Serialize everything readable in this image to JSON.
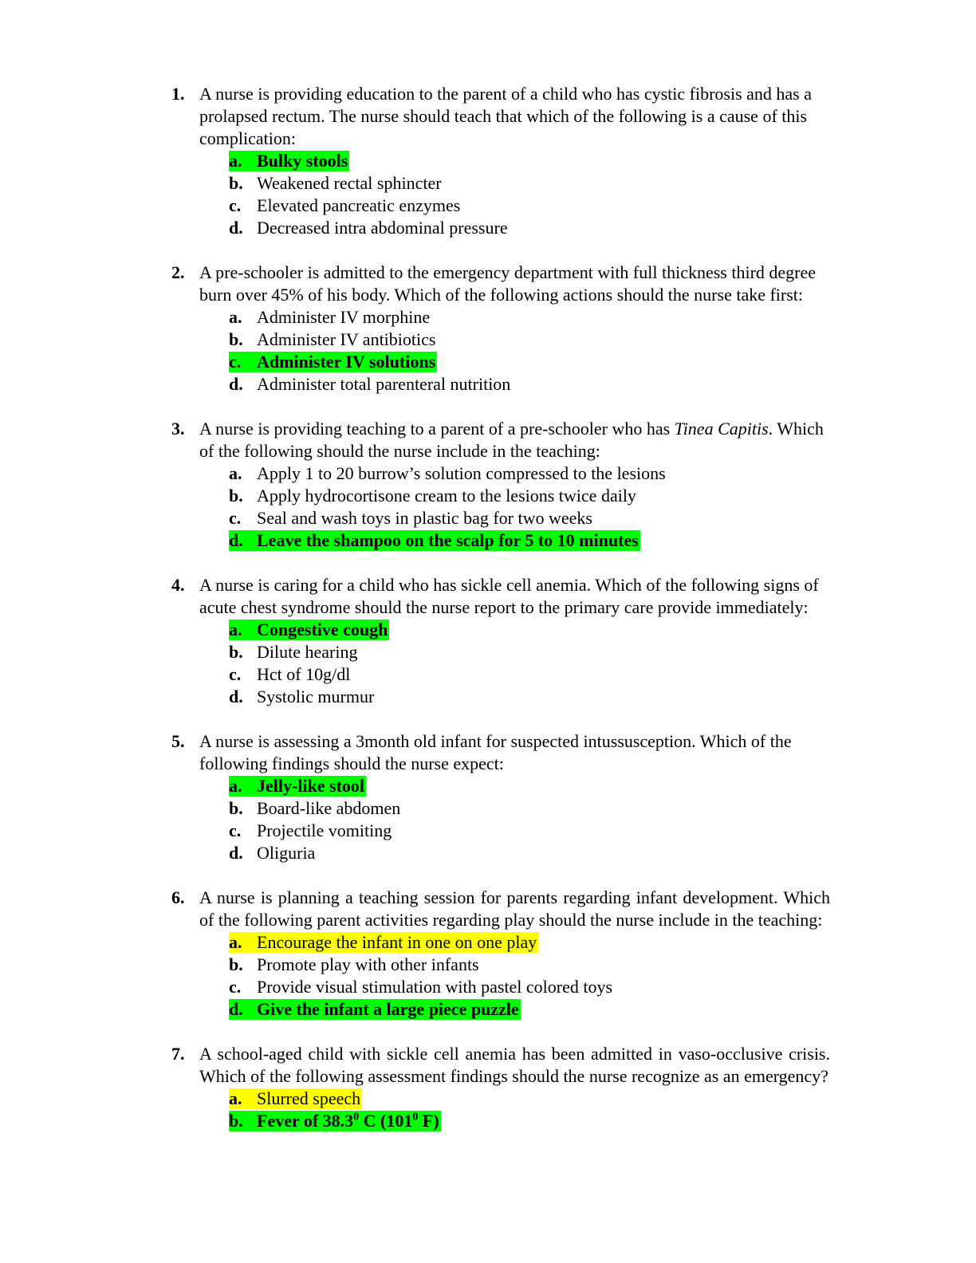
{
  "colors": {
    "green": "#00ff00",
    "yellow": "#ffff00"
  },
  "questions": [
    {
      "num": "1.",
      "stem": [
        {
          "t": "A nurse is providing education to the parent of a child who has cystic fibrosis and has a prolapsed rectum. The nurse should teach that which of the following is a cause of this complication:"
        }
      ],
      "options": [
        {
          "letter": "a.",
          "parts": [
            {
              "t": "Bulky stools"
            }
          ],
          "highlight": "green"
        },
        {
          "letter": "b.",
          "parts": [
            {
              "t": "Weakened rectal sphincter"
            }
          ],
          "highlight": null
        },
        {
          "letter": "c.",
          "parts": [
            {
              "t": "Elevated pancreatic enzymes"
            }
          ],
          "highlight": null
        },
        {
          "letter": "d.",
          "parts": [
            {
              "t": "Decreased intra abdominal pressure"
            }
          ],
          "highlight": null
        }
      ]
    },
    {
      "num": "2.",
      "stem": [
        {
          "t": "A pre-schooler is admitted to the emergency department with full thickness third degree burn over 45% of his body. Which of the following actions should the nurse take first:"
        }
      ],
      "options": [
        {
          "letter": "a.",
          "parts": [
            {
              "t": "Administer IV morphine"
            }
          ],
          "highlight": null
        },
        {
          "letter": "b.",
          "parts": [
            {
              "t": "Administer IV antibiotics"
            }
          ],
          "highlight": null
        },
        {
          "letter": "c.",
          "parts": [
            {
              "t": "Administer IV solutions"
            }
          ],
          "highlight": "green"
        },
        {
          "letter": "d.",
          "parts": [
            {
              "t": "Administer total parenteral nutrition"
            }
          ],
          "highlight": null
        }
      ]
    },
    {
      "num": "3.",
      "stem": [
        {
          "t": "A nurse is providing teaching to a parent of a pre-schooler who has "
        },
        {
          "t": "Tinea Capitis",
          "i": true
        },
        {
          "t": ". Which of the following should the nurse include in the teaching:"
        }
      ],
      "options": [
        {
          "letter": "a.",
          "parts": [
            {
              "t": "Apply 1 to 20 burrow’s solution compressed to the lesions"
            }
          ],
          "highlight": null
        },
        {
          "letter": "b.",
          "parts": [
            {
              "t": "Apply hydrocortisone cream to the lesions twice daily"
            }
          ],
          "highlight": null
        },
        {
          "letter": "c.",
          "parts": [
            {
              "t": "Seal and wash toys in plastic bag for two weeks"
            }
          ],
          "highlight": null
        },
        {
          "letter": "d.",
          "parts": [
            {
              "t": "Leave the shampoo on the scalp for 5 to 10 minutes"
            }
          ],
          "highlight": "green"
        }
      ]
    },
    {
      "num": "4.",
      "stem": [
        {
          "t": "A nurse is caring for a child who has sickle cell anemia. Which of the following signs of acute chest syndrome should the nurse report to the primary care provide immediately:"
        }
      ],
      "options": [
        {
          "letter": "a.",
          "parts": [
            {
              "t": "Congestive cough"
            }
          ],
          "highlight": "green"
        },
        {
          "letter": "b.",
          "parts": [
            {
              "t": "Dilute hearing"
            }
          ],
          "highlight": null
        },
        {
          "letter": "c.",
          "parts": [
            {
              "t": "Hct of 10g/dl"
            }
          ],
          "highlight": null
        },
        {
          "letter": "d.",
          "parts": [
            {
              "t": "Systolic murmur"
            }
          ],
          "highlight": null
        }
      ]
    },
    {
      "num": "5.",
      "stem": [
        {
          "t": "A nurse is assessing a 3month old infant for suspected intussusception. Which of the following findings should the nurse expect:"
        }
      ],
      "options": [
        {
          "letter": "a.",
          "parts": [
            {
              "t": "Jelly-like stool"
            }
          ],
          "highlight": "green"
        },
        {
          "letter": "b.",
          "parts": [
            {
              "t": "Board-like abdomen"
            }
          ],
          "highlight": null
        },
        {
          "letter": "c.",
          "parts": [
            {
              "t": "Projectile vomiting"
            }
          ],
          "highlight": null
        },
        {
          "letter": "d.",
          "parts": [
            {
              "t": "Oliguria"
            }
          ],
          "highlight": null
        }
      ]
    },
    {
      "num": "6.",
      "stem": [
        {
          "t": "A nurse is planning a teaching session for parents regarding infant development. Which of the following parent activities regarding play should the nurse include in the teaching:"
        }
      ],
      "options": [
        {
          "letter": "a.",
          "parts": [
            {
              "t": "Encourage the infant in one on one play"
            }
          ],
          "highlight": "yellow"
        },
        {
          "letter": "b.",
          "parts": [
            {
              "t": "Promote play with other infants"
            }
          ],
          "highlight": null
        },
        {
          "letter": "c.",
          "parts": [
            {
              "t": "Provide visual stimulation with pastel colored toys"
            }
          ],
          "highlight": null
        },
        {
          "letter": "d.",
          "parts": [
            {
              "t": "Give the infant a large piece puzzle"
            }
          ],
          "highlight": "green"
        }
      ]
    },
    {
      "num": "7.",
      "stem": [
        {
          "t": "A school-aged child with sickle cell anemia has been admitted in vaso-occlusive crisis. Which of the following assessment findings should the nurse recognize as an emergency?"
        }
      ],
      "options": [
        {
          "letter": "a.",
          "parts": [
            {
              "t": "Slurred speech"
            }
          ],
          "highlight": "yellow"
        },
        {
          "letter": "b.",
          "parts": [
            {
              "t": "Fever of 38.3"
            },
            {
              "t": "0",
              "sup": true
            },
            {
              "t": " C (101"
            },
            {
              "t": "0",
              "sup": true
            },
            {
              "t": " F)"
            }
          ],
          "highlight": "green"
        }
      ]
    }
  ]
}
